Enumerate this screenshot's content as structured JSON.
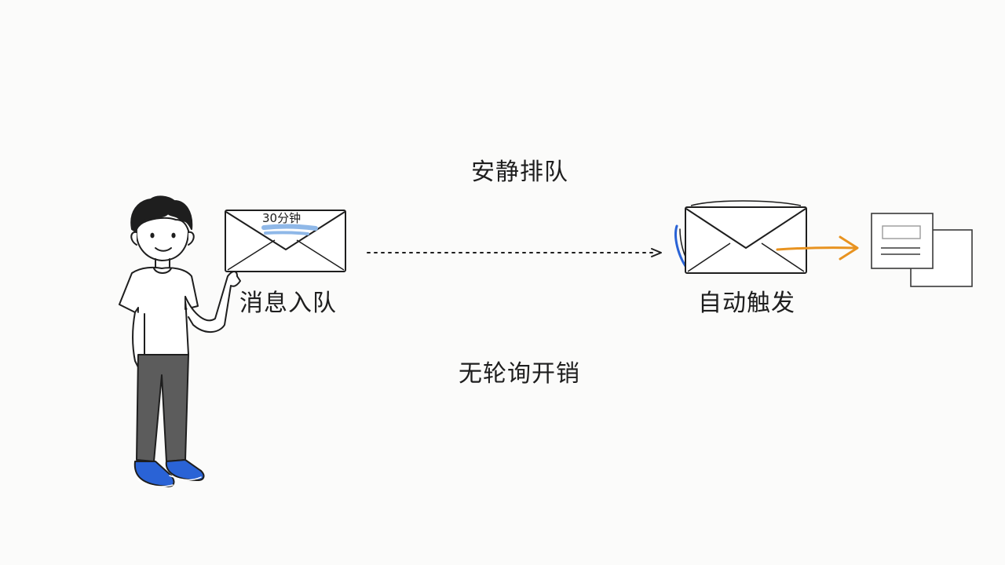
{
  "labels": {
    "quiet_queue": "安静排队",
    "enqueue": "消息入队",
    "auto_trigger": "自动触发",
    "no_polling": "无轮询开销"
  },
  "envelope": {
    "delay_tag": "30分钟"
  },
  "icons": {
    "person": "person-figure-icon",
    "queued_envelope": "envelope-icon",
    "triggered_envelope": "open-envelope-icon",
    "documents": "document-stack-icon"
  },
  "colors": {
    "ink": "#1e1e1e",
    "accent_blue": "#2a63d6",
    "highlight_blue": "#8fb8e8",
    "accent_orange": "#e89320",
    "pants_gray": "#5c5c5c"
  }
}
